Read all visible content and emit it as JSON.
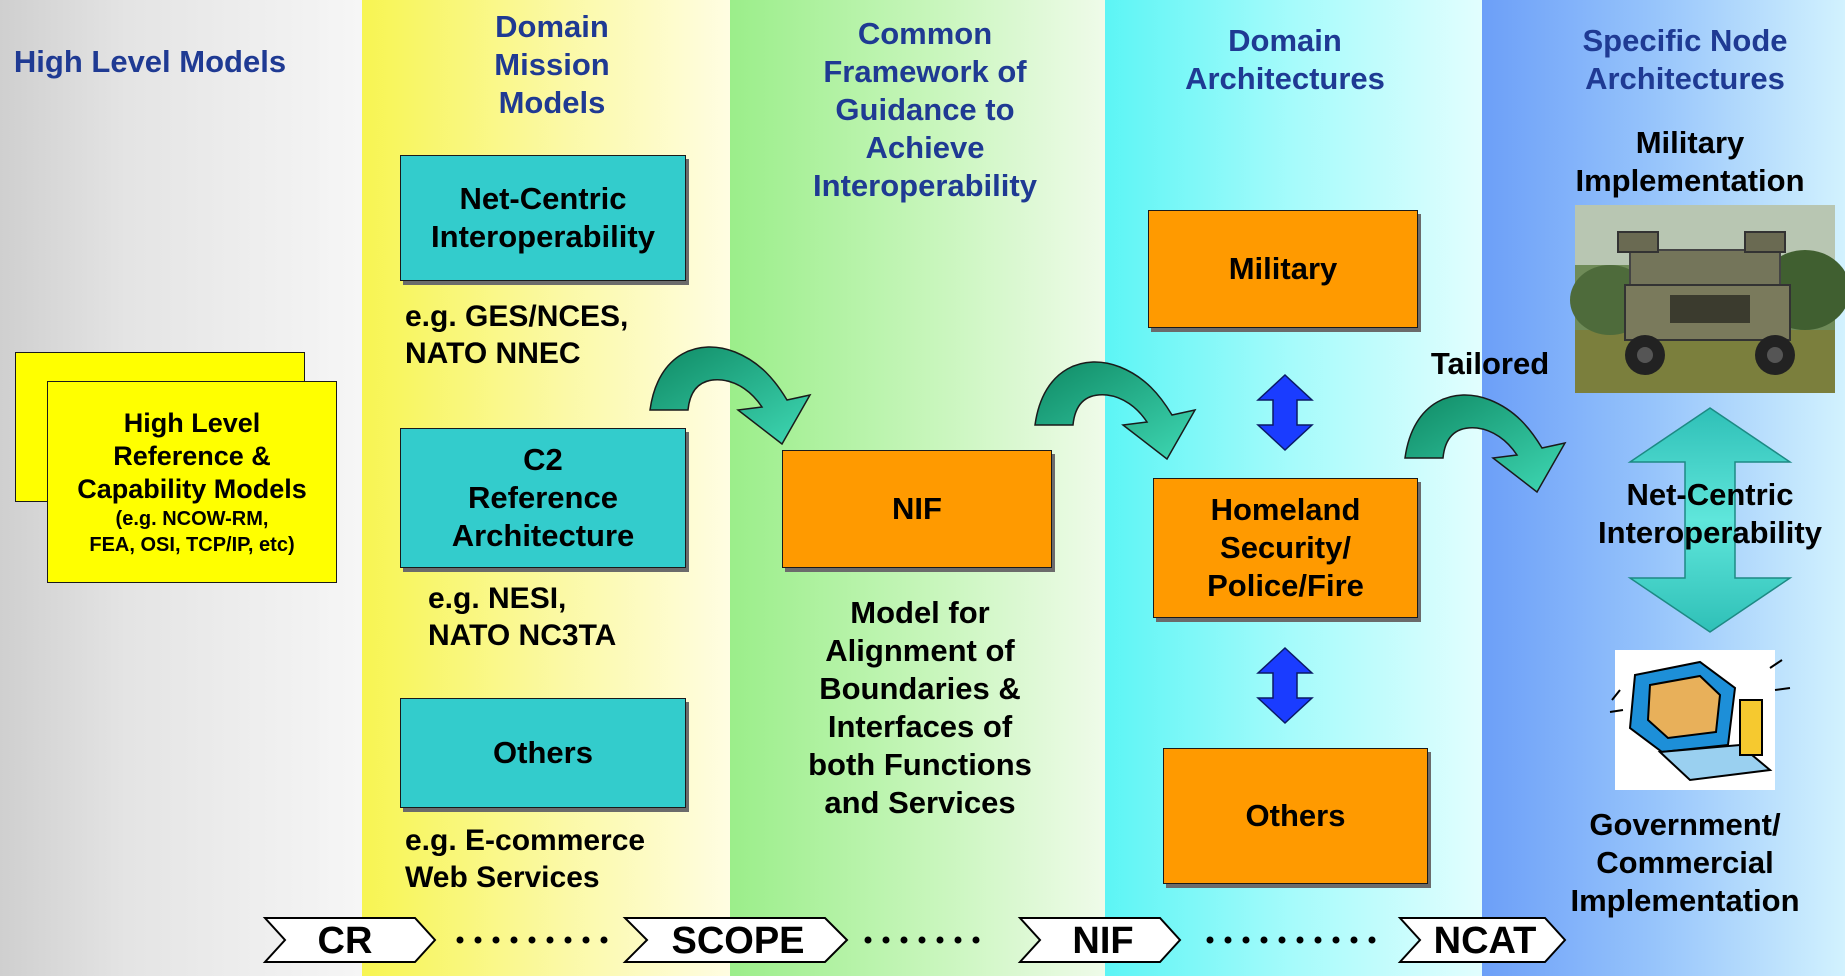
{
  "columns": {
    "high_level": {
      "title": "High Level Models",
      "note_main": "High Level\nReference &\nCapability Models",
      "note_sub": "(e.g. NCOW-RM,\nFEA, OSI, TCP/IP, etc)"
    },
    "domain_mission": {
      "title": "Domain\nMission\nModels",
      "boxes": [
        "Net-Centric\nInteroperability",
        "C2\nReference\nArchitecture",
        "Others"
      ],
      "examples": [
        "e.g. GES/NCES,\nNATO NNEC",
        "e.g. NESI,\nNATO NC3TA",
        "e.g. E-commerce\nWeb Services"
      ]
    },
    "common_framework": {
      "title": "Common\nFramework of\nGuidance to\nAchieve\nInteroperability",
      "box": "NIF",
      "description": "Model for\nAlignment of\nBoundaries &\nInterfaces of\nboth Functions\nand Services"
    },
    "domain_architectures": {
      "title": "Domain\nArchitectures",
      "boxes": [
        "Military",
        "Homeland\nSecurity/\nPolice/Fire",
        "Others"
      ]
    },
    "specific_node": {
      "title": "Specific Node\nArchitectures",
      "military_label": "Military\nImplementation",
      "middle_label": "Net-Centric\nInteroperability",
      "gov_label": "Government/\nCommercial\nImplementation",
      "tailored": "Tailored"
    }
  },
  "timeline": [
    "CR",
    "SCOPE",
    "NIF",
    "NCAT"
  ],
  "colors": {
    "heading": "#1f3a93",
    "teal_box": "#33cccc",
    "orange_box": "#ff9a00",
    "yellow_note": "#ffff00",
    "curved_arrow": "#22a77e",
    "double_arrow_blue": "#1a3cff",
    "double_arrow_teal": "#3ccfc4"
  },
  "icons": [
    "military-vehicle-image",
    "computer-clipart-image"
  ]
}
